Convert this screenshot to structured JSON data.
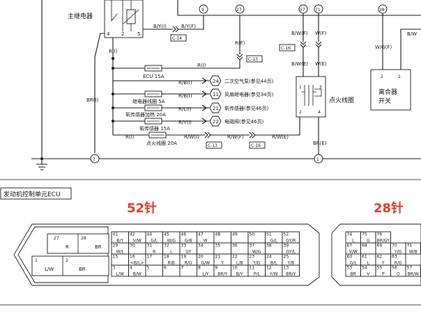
{
  "components": {
    "main_relay": "主继电器",
    "ignition_coil": "点火线圈",
    "clutch_switch_l1": "离合器",
    "clutch_switch_l2": "开关",
    "ecu_section_title": "发动机控制单元ECU"
  },
  "terminals": {
    "t9": "9",
    "t27": "27",
    "t57": "57",
    "t71": "71",
    "t38": "38",
    "t7": "7",
    "t1": "1",
    "relay_pins": [
      "4",
      "2",
      "5"
    ],
    "coil_pins": [
      "1",
      "3",
      "2",
      "4"
    ],
    "switch_pins": [
      "2",
      "1"
    ]
  },
  "wires": {
    "by_i": "B/Y(I)",
    "by_f": "B/Y(F)",
    "c14": "C-14",
    "r_f": "R(F)",
    "c13a": "C-13",
    "r_i_top": "R(I)",
    "r_i_mid": "R(I)",
    "br_i": "BR(I)",
    "bw_f": "B/W(F)",
    "w_f": "W(F)",
    "c16a": "C-16",
    "bw_e": "B/W(E)",
    "w_e": "W(E)",
    "wg_f": "W/G(F)",
    "bw_right": "B/W",
    "br_e": "BR(E)",
    "r_i_bottom": "R(I)",
    "rw_i": "R/W(I)",
    "c13b": "C-13",
    "rw_f": "R/W(F)",
    "c16b": "C-16",
    "rw_e": "R/W(E)"
  },
  "fuses": {
    "ecu15": "ECU 15A",
    "relay_coil": "继电器线圈 5A",
    "o2_heater": "氧传感器加热 20A",
    "o2_15": "氧传感器 15A",
    "ign20": "点火线圈 20A"
  },
  "branches": [
    {
      "wire": "R/B(I)",
      "num": "24",
      "desc": "二次空气泵(参见44页)"
    },
    {
      "wire": "R/B(I)",
      "num": "11",
      "desc": "风扇继电器(参见34页)"
    },
    {
      "wire": "R/L(I)",
      "num": "21",
      "desc": "氧传感器(参见46页)"
    },
    {
      "wire": "R/Y(I)",
      "num": "22",
      "desc": "电磁阀(参见46页)"
    }
  ],
  "connector52": {
    "heading": "52针",
    "big_cells": [
      {
        "pin": "27",
        "wire": "R"
      },
      {
        "pin": "28",
        "wire": "BR"
      },
      {
        "pin": "1",
        "wire": "L/W"
      },
      {
        "pin": "2",
        "wire": "BR"
      }
    ],
    "rows": [
      [
        [
          "41",
          "B/Y"
        ],
        [
          "42",
          "V/W"
        ],
        [
          "44",
          "G/L"
        ],
        [
          "45",
          "W/G"
        ],
        [
          "46",
          "G/B"
        ],
        [
          "47",
          "W"
        ],
        [
          "48",
          ""
        ],
        [
          "49",
          ""
        ],
        [
          "50",
          ""
        ],
        [
          "51",
          "G/L"
        ],
        [
          "52",
          "GY/R"
        ]
      ],
      [
        [
          "29",
          "W/L"
        ],
        [
          "30",
          ""
        ],
        [
          "31",
          "R"
        ],
        [
          "32",
          "L"
        ],
        [
          "33",
          "GY"
        ],
        [
          "34",
          ""
        ],
        [
          "35",
          ""
        ],
        [
          "36",
          ""
        ],
        [
          "37",
          "W/G"
        ],
        [
          "38",
          ""
        ],
        [
          "39",
          "GY/L"
        ]
      ],
      [
        [
          "15",
          ""
        ],
        [
          "16",
          "<B/L>"
        ],
        [
          "17",
          ""
        ],
        [
          "18",
          "R/B"
        ],
        [
          "19",
          "R/G"
        ],
        [
          "20",
          "G/W"
        ],
        [
          "21",
          "Y"
        ],
        [
          "22",
          "L/B"
        ],
        [
          "23",
          "Y/G"
        ],
        [
          "24",
          "B/L"
        ],
        [
          "25",
          "Y/B"
        ]
      ],
      [
        [
          "3",
          "L/W"
        ],
        [
          "4",
          "B/W"
        ],
        [
          "5",
          ""
        ],
        [
          "6",
          ""
        ],
        [
          "7",
          ""
        ],
        [
          "8",
          "L/Y"
        ],
        [
          "9",
          "BR/Y"
        ],
        [
          "10",
          "B/Y"
        ],
        [
          "11",
          "P/L"
        ],
        [
          "12",
          "Y/W"
        ],
        [
          "13",
          "BR/Y"
        ]
      ]
    ]
  },
  "connector28": {
    "heading": "28针",
    "rows": [
      [
        [
          "74",
          "L"
        ],
        [
          "75",
          "G"
        ],
        [
          "76",
          "BR/GY"
        ]
      ],
      [
        [
          "67",
          "V/W"
        ],
        [
          "68",
          ""
        ],
        [
          "69",
          ""
        ],
        [
          "70",
          "Y/G"
        ],
        [
          "71",
          "W/B"
        ]
      ],
      [
        [
          "60",
          "G/L"
        ],
        [
          "61",
          "L"
        ],
        [
          "62",
          "Y"
        ],
        [
          "63",
          "R/G"
        ]
      ],
      [
        [
          "53",
          "BR"
        ],
        [
          "54",
          "V"
        ],
        [
          "55",
          "P"
        ],
        [
          "56",
          "O"
        ],
        [
          "57",
          "BR/W"
        ]
      ]
    ]
  }
}
